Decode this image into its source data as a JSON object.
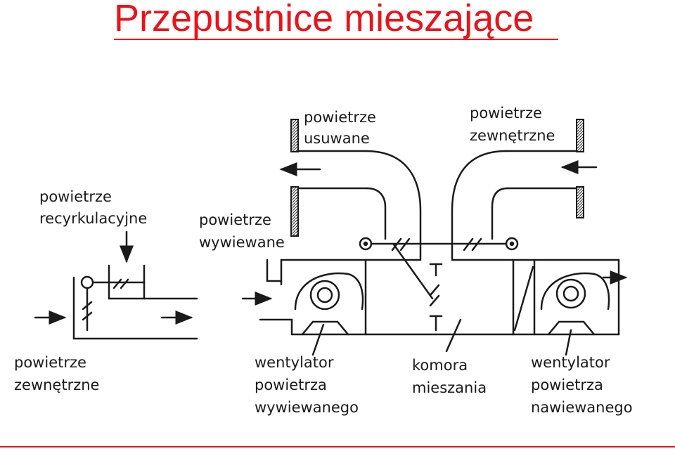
{
  "title": "Przepustnice mieszające",
  "colors": {
    "accent": "#e8141b",
    "ink": "#1a1a1a"
  },
  "labels": {
    "exhaust_air_l1": "powietrze",
    "exhaust_air_l2": "usuwane",
    "outdoor_air_top_l1": "powietrze",
    "outdoor_air_top_l2": "zewnętrzne",
    "recirc_air_l1": "powietrze",
    "recirc_air_l2": "recyrkulacyjne",
    "extract_air_l1": "powietrze",
    "extract_air_l2": "wywiewane",
    "outdoor_air_left_l1": "powietrze",
    "outdoor_air_left_l2": "zewnętrzne",
    "extract_fan_l1": "wentylator",
    "extract_fan_l2": "powietrza",
    "extract_fan_l3": "wywiewanego",
    "mixing_chamber_l1": "komora",
    "mixing_chamber_l2": "mieszania",
    "supply_fan_l1": "wentylator",
    "supply_fan_l2": "powietrza",
    "supply_fan_l3": "nawiewanego"
  }
}
